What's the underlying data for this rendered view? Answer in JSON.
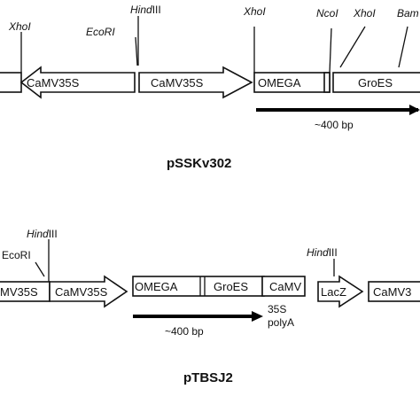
{
  "pSSKv302": {
    "title": "pSSKv302",
    "sites": {
      "xhoi_left": "XhoI",
      "ecori": "EcoRI",
      "hindiii_italic": "Hind",
      "hindiii_rest": "III",
      "xhoi_mid": "XhoI",
      "ncoi": "NcoI",
      "xhoi_right": "XhoI",
      "bam_partial": "Bam"
    },
    "elements": {
      "camv35s_1": "CaMV35S",
      "camv35s_2": "CaMV35S",
      "omega": "OMEGA",
      "groes": "GroES"
    },
    "bar_label": "~400 bp"
  },
  "pTBSJ2": {
    "title": "pTBSJ2",
    "sites": {
      "hindiii_left_italic": "Hind",
      "hindiii_left_rest": "III",
      "ecori": "EcoRI",
      "hindiii_right_italic": "Hind",
      "hindiii_right_rest": "III"
    },
    "elements": {
      "mv35s_partial": "MV35S",
      "camv35s": "CaMV35S",
      "omega": "OMEGA",
      "groes": "GroES",
      "camv_polya_1": "CaMV",
      "camv_polya_2": "35S",
      "camv_polya_3": "polyA",
      "lacz": "LacZ",
      "camv_partial": "CaMV3"
    },
    "bar_label": "~400 bp"
  }
}
